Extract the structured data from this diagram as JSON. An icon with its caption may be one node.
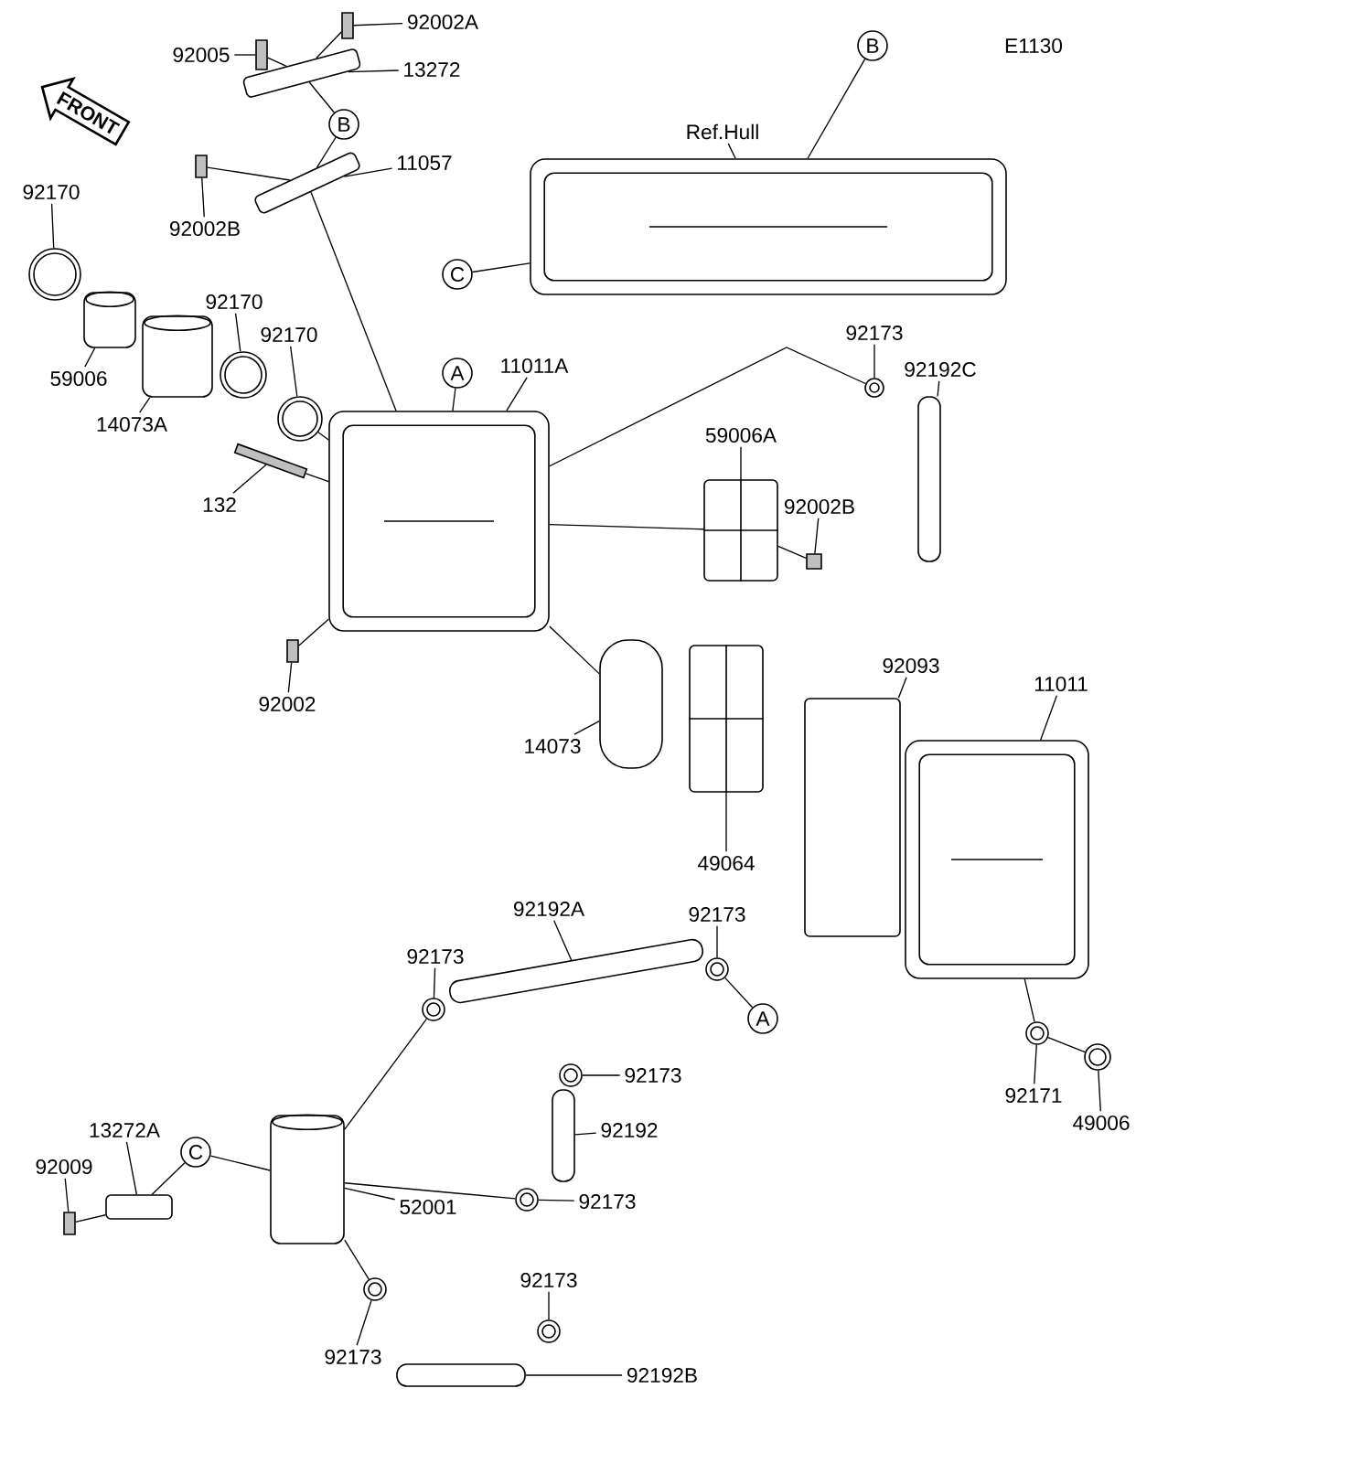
{
  "diagram": {
    "nodes": [
      {
        "text": [
          "92005"
        ]
      },
      {
        "text": [],
        "shape": "bolt"
      },
      {
        "text": [
          "92002A"
        ]
      },
      {
        "text": [],
        "shape": "bolt"
      },
      {
        "text": [
          "13272"
        ]
      },
      {
        "text": [],
        "shape": "box"
      },
      {
        "text": [
          "B"
        ]
      },
      {
        "text": [
          "11057"
        ]
      },
      {
        "text": [],
        "shape": "box"
      },
      {
        "text": [
          "92002B"
        ]
      },
      {
        "text": [],
        "shape": "bolt"
      },
      {
        "text": [
          "FRONT"
        ]
      },
      {
        "text": [
          "Ref.Hull"
        ]
      },
      {
        "text": [
          "B"
        ]
      },
      {
        "text": [],
        "shape": "picture"
      },
      {
        "text": [
          "C"
        ]
      },
      {
        "text": [
          "92170"
        ]
      },
      {
        "text": [],
        "shape": "circle"
      },
      {
        "text": [
          "59006"
        ]
      },
      {
        "text": [],
        "shape": "cylinder"
      },
      {
        "text": [
          "14073A"
        ]
      },
      {
        "text": [],
        "shape": "cylinder"
      },
      {
        "text": [
          "92170"
        ]
      },
      {
        "text": [],
        "shape": "circle"
      },
      {
        "text": [
          "92170"
        ]
      },
      {
        "text": [],
        "shape": "circle"
      },
      {
        "text": [
          "11011A"
        ]
      },
      {
        "text": [
          "A"
        ]
      },
      {
        "text": [],
        "shape": "picture"
      },
      {
        "text": [
          "132"
        ]
      },
      {
        "text": [],
        "shape": "bolt"
      },
      {
        "text": [
          "92002"
        ]
      },
      {
        "text": [],
        "shape": "bolt"
      },
      {
        "text": [
          "92173"
        ]
      },
      {
        "text": [],
        "shape": "circle"
      },
      {
        "text": [
          "92192C"
        ]
      },
      {
        "text": [],
        "shape": "hose"
      },
      {
        "text": [
          "59006A"
        ]
      },
      {
        "text": [],
        "shape": "box"
      },
      {
        "text": [
          "92002B"
        ]
      },
      {
        "text": [],
        "shape": "bolt"
      },
      {
        "text": [
          "14073"
        ]
      },
      {
        "text": [],
        "shape": "hose"
      },
      {
        "text": [
          "49064"
        ]
      },
      {
        "text": [],
        "shape": "box"
      },
      {
        "text": [
          "92093"
        ]
      },
      {
        "text": [],
        "shape": "box"
      },
      {
        "text": [
          "11011"
        ]
      },
      {
        "text": [],
        "shape": "picture"
      },
      {
        "text": [
          "92192A"
        ]
      },
      {
        "text": [],
        "shape": "hose"
      },
      {
        "text": [
          "92173"
        ]
      },
      {
        "text": [],
        "shape": "circle"
      },
      {
        "text": [
          "92173"
        ]
      },
      {
        "text": [],
        "shape": "circle"
      },
      {
        "text": [
          "A"
        ]
      },
      {
        "text": [
          "92171"
        ]
      },
      {
        "text": [],
        "shape": "circle"
      },
      {
        "text": [
          "49006"
        ]
      },
      {
        "text": [],
        "shape": "circle"
      },
      {
        "text": [
          "92173"
        ]
      },
      {
        "text": [],
        "shape": "circle"
      },
      {
        "text": [
          "92192"
        ]
      },
      {
        "text": [],
        "shape": "hose"
      },
      {
        "text": [
          "13272A"
        ]
      },
      {
        "text": [
          "C"
        ]
      },
      {
        "text": [
          "92009"
        ]
      },
      {
        "text": [],
        "shape": "bolt"
      },
      {
        "text": [],
        "shape": "box"
      },
      {
        "text": [
          "52001"
        ]
      },
      {
        "text": [],
        "shape": "cylinder"
      },
      {
        "text": [
          "92173"
        ]
      },
      {
        "text": [],
        "shape": "circle"
      },
      {
        "text": [
          "92173"
        ]
      },
      {
        "text": [],
        "shape": "circle"
      },
      {
        "text": [
          "92173"
        ]
      },
      {
        "text": [],
        "shape": "circle"
      },
      {
        "text": [
          "92192B"
        ]
      },
      {
        "text": [],
        "shape": "hose"
      }
    ],
    "edges": [
      {
        "from": 0,
        "to": 1,
        "arrow": "none"
      },
      {
        "from": 2,
        "to": 3,
        "arrow": "none"
      },
      {
        "from": 3,
        "to": 5,
        "arrow": "none"
      },
      {
        "from": 1,
        "to": 5,
        "arrow": "none"
      },
      {
        "from": 4,
        "to": 5,
        "arrow": "none"
      },
      {
        "from": 6,
        "to": 5,
        "arrow": "none"
      },
      {
        "from": 6,
        "to": 8,
        "arrow": "none"
      },
      {
        "from": 7,
        "to": 8,
        "arrow": "none"
      },
      {
        "from": 9,
        "to": 10,
        "arrow": "none"
      },
      {
        "from": 10,
        "to": 8,
        "arrow": "none"
      },
      {
        "from": 12,
        "to": 14,
        "arrow": "none"
      },
      {
        "from": 13,
        "to": 14,
        "arrow": "none"
      },
      {
        "from": 15,
        "to": 14,
        "arrow": "none"
      },
      {
        "from": 16,
        "to": 17,
        "arrow": "none"
      },
      {
        "from": 18,
        "to": 19,
        "arrow": "none"
      },
      {
        "from": 20,
        "to": 21,
        "arrow": "none"
      },
      {
        "from": 22,
        "to": 23,
        "arrow": "none"
      },
      {
        "from": 24,
        "to": 25,
        "arrow": "none"
      },
      {
        "from": 25,
        "to": 28,
        "arrow": "none"
      },
      {
        "from": 26,
        "to": 28,
        "arrow": "none"
      },
      {
        "from": 27,
        "to": 28,
        "arrow": "none"
      },
      {
        "from": 8,
        "to": 28,
        "arrow": "none"
      },
      {
        "from": 29,
        "to": 30,
        "arrow": "none"
      },
      {
        "from": 30,
        "to": 28,
        "arrow": "none"
      },
      {
        "from": 31,
        "to": 32,
        "arrow": "none"
      },
      {
        "from": 32,
        "to": 28,
        "arrow": "none"
      },
      {
        "from": 28,
        "to": 42,
        "arrow": "none"
      },
      {
        "from": 41,
        "to": 42,
        "arrow": "none"
      },
      {
        "from": 33,
        "to": 34,
        "arrow": "none"
      },
      {
        "from": 28,
        "to": 34,
        "arrow": "none"
      },
      {
        "from": 35,
        "to": 36,
        "arrow": "none"
      },
      {
        "from": 37,
        "to": 38,
        "arrow": "none"
      },
      {
        "from": 28,
        "to": 38,
        "arrow": "none"
      },
      {
        "from": 39,
        "to": 40,
        "arrow": "none"
      },
      {
        "from": 40,
        "to": 38,
        "arrow": "none"
      },
      {
        "from": 43,
        "to": 44,
        "arrow": "none"
      },
      {
        "from": 45,
        "to": 46,
        "arrow": "none"
      },
      {
        "from": 47,
        "to": 48,
        "arrow": "none"
      },
      {
        "from": 49,
        "to": 50,
        "arrow": "none"
      },
      {
        "from": 51,
        "to": 52,
        "arrow": "none"
      },
      {
        "from": 53,
        "to": 54,
        "arrow": "none"
      },
      {
        "from": 55,
        "to": 54,
        "arrow": "none"
      },
      {
        "from": 56,
        "to": 57,
        "arrow": "none"
      },
      {
        "from": 57,
        "to": 48,
        "arrow": "none"
      },
      {
        "from": 57,
        "to": 59,
        "arrow": "none"
      },
      {
        "from": 58,
        "to": 59,
        "arrow": "none"
      },
      {
        "from": 60,
        "to": 61,
        "arrow": "none"
      },
      {
        "from": 62,
        "to": 63,
        "arrow": "none"
      },
      {
        "from": 52,
        "to": 70,
        "arrow": "none"
      },
      {
        "from": 70,
        "to": 72,
        "arrow": "none"
      },
      {
        "from": 71,
        "to": 72,
        "arrow": "none"
      },
      {
        "from": 73,
        "to": 74,
        "arrow": "none"
      },
      {
        "from": 75,
        "to": 76,
        "arrow": "none"
      },
      {
        "from": 76,
        "to": 70,
        "arrow": "none"
      },
      {
        "from": 77,
        "to": 78,
        "arrow": "none"
      },
      {
        "from": 64,
        "to": 68,
        "arrow": "none"
      },
      {
        "from": 65,
        "to": 68,
        "arrow": "none"
      },
      {
        "from": 65,
        "to": 70,
        "arrow": "none"
      },
      {
        "from": 66,
        "to": 67,
        "arrow": "none"
      },
      {
        "from": 67,
        "to": 68,
        "arrow": "none"
      },
      {
        "from": 69,
        "to": 70,
        "arrow": "none"
      }
    ],
    "labels": [
      "E1130"
    ]
  }
}
